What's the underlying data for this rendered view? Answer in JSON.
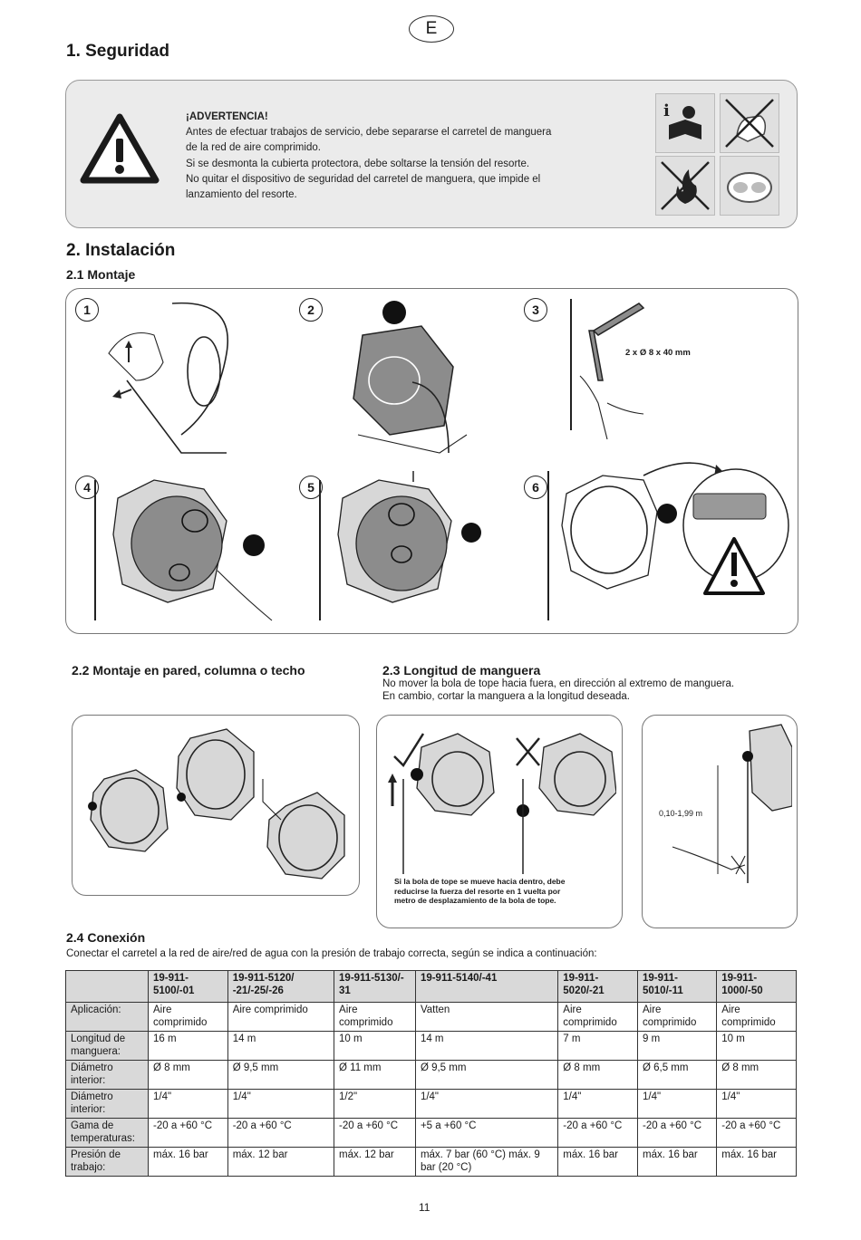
{
  "language_badge": "E",
  "section1": {
    "title": "1. Seguridad",
    "warning_title": "¡ADVERTENCIA!",
    "warning_lines": [
      "Antes de efectuar trabajos de servicio, debe separarse el carretel de manguera",
      "de la red de aire comprimido.",
      "Si se desmonta la cubierta protectora, debe soltarse la tensión del resorte.",
      "No quitar el dispositivo de seguridad del carretel de manguera, que impide el",
      "lanzamiento del resorte."
    ],
    "pictograms": [
      "read-manual-icon",
      "no-bare-hand-icon",
      "no-fire-icon",
      "wear-goggles-icon"
    ]
  },
  "section2": {
    "title": "2. Instalación",
    "sub1": "2.1 Montaje",
    "steps": [
      "1",
      "2",
      "3",
      "4",
      "5",
      "6"
    ],
    "step3_dim": "2 x Ø 8 x 40 mm",
    "sub2": "2.2 Montaje en pared, columna o techo",
    "sub3": "2.3 Longitud de manguera",
    "sub3_lines": [
      "No mover la bola de tope hacia fuera, en dirección al extremo de manguera.",
      "En cambio, cortar la manguera a la longitud deseada."
    ],
    "stop_ball_note": [
      "Si la bola de tope se mueve hacia dentro, debe",
      "reducirse la fuerza del resorte en 1 vuelta por",
      "metro de desplazamiento de la bola de tope."
    ],
    "length_dim": "0,10-1,99 m",
    "sub4": "2.4 Conexión",
    "sub4_text": "Conectar el carretel a la red de aire/red de agua con la presión de trabajo correcta, según se indica a continuación:"
  },
  "table": {
    "columns": [
      "19-911-5100/-01",
      "19-911-5120/ -21/-25/-26",
      "19-911-5130/- 31",
      "19-911-5140/-41",
      "19-911-5020/-21",
      "19-911-5010/-11",
      "19-911-1000/-50"
    ],
    "rows": [
      {
        "label": "Aplicación:",
        "cells": [
          "Aire comprimido",
          "Aire comprimido",
          "Aire comprimido",
          "Vatten",
          "Aire comprimido",
          "Aire comprimido",
          "Aire comprimido"
        ]
      },
      {
        "label": "Longitud de manguera:",
        "cells": [
          "16 m",
          "14 m",
          "10 m",
          "14 m",
          "7 m",
          "9 m",
          "10 m"
        ]
      },
      {
        "label": "Diámetro interior:",
        "cells": [
          "Ø 8 mm",
          "Ø 9,5 mm",
          "Ø 11 mm",
          "Ø 9,5 mm",
          "Ø 8 mm",
          "Ø 6,5 mm",
          "Ø 8 mm"
        ]
      },
      {
        "label": "Diámetro interior:",
        "cells": [
          "1/4\"",
          "1/4\"",
          "1/2\"",
          "1/4\"",
          "1/4\"",
          "1/4\"",
          "1/4\""
        ]
      },
      {
        "label": "Gama de temperaturas:",
        "cells": [
          "-20 a +60 °C",
          "-20 a +60 °C",
          "-20 a +60 °C",
          "+5 a +60 °C",
          "-20 a +60 °C",
          "-20 a +60 °C",
          "-20 a +60 °C"
        ]
      },
      {
        "label": "Presión de trabajo:",
        "cells": [
          "máx. 16 bar",
          "máx. 12 bar",
          "máx. 12 bar",
          "máx. 7 bar (60 °C) máx. 9 bar (20 °C)",
          "máx. 16 bar",
          "máx. 16 bar",
          "máx. 16 bar"
        ]
      }
    ]
  },
  "page_number": "11"
}
